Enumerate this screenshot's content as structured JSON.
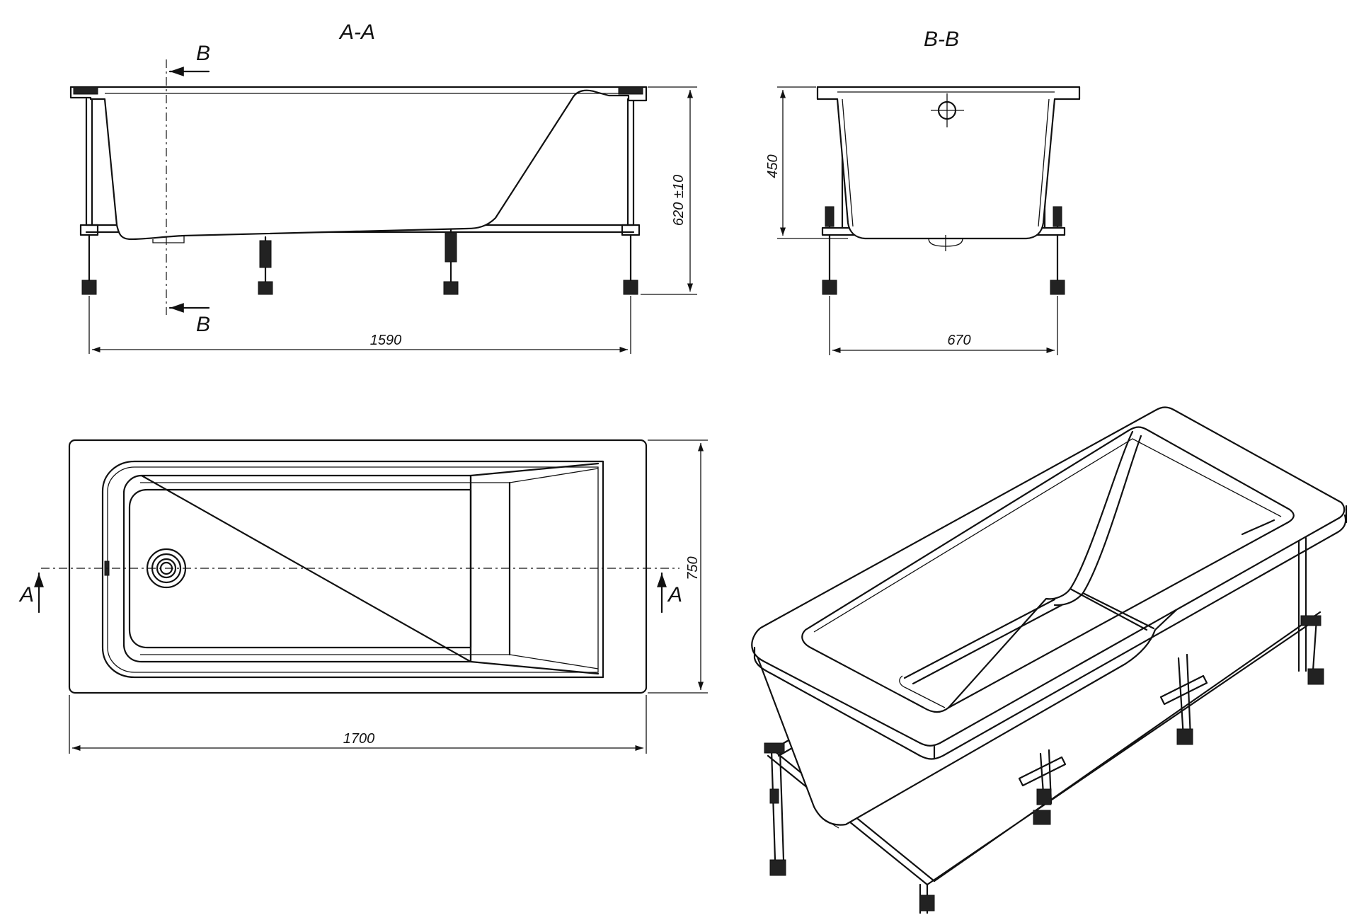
{
  "views": {
    "section_aa": {
      "title": "A-A",
      "cut_mark": "B",
      "length_dim": "1590",
      "height_dim": "620 ±10"
    },
    "section_bb": {
      "title": "B-B",
      "height_dim": "450",
      "width_dim": "670"
    },
    "plan": {
      "cut_mark": "A",
      "width_dim": "750",
      "length_dim": "1700"
    }
  }
}
